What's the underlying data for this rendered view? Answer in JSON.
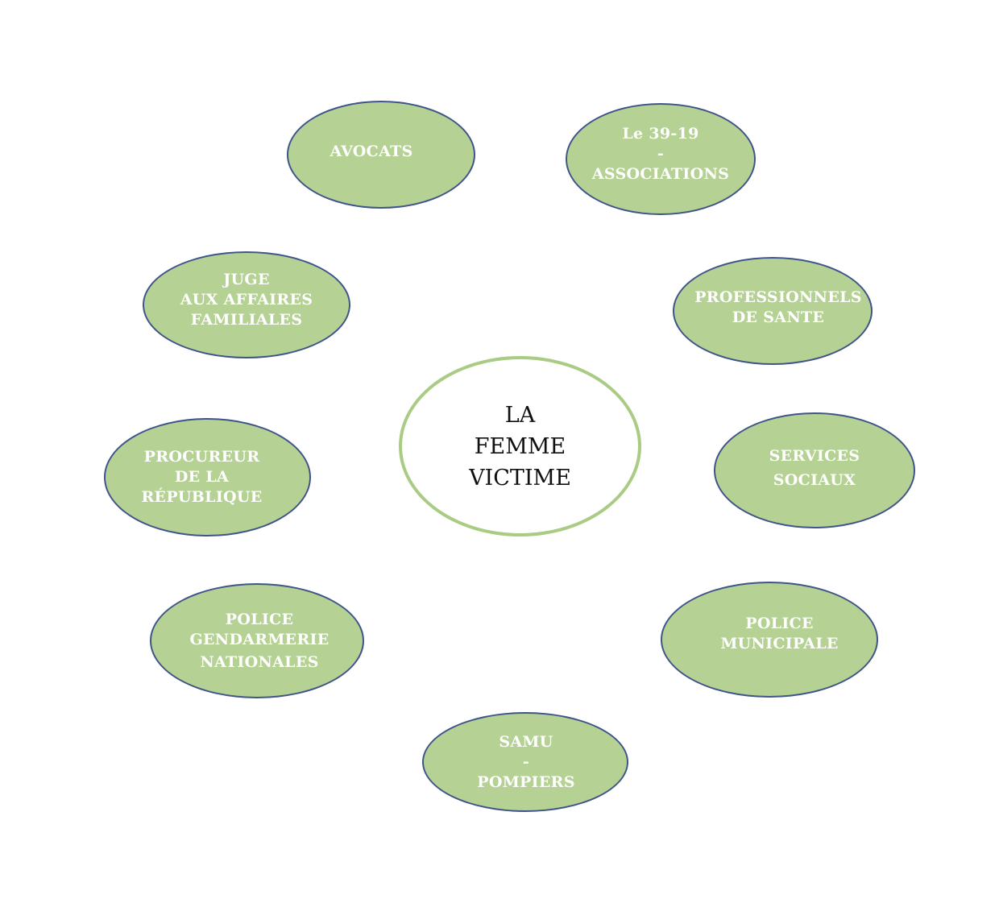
{
  "colors": {
    "node_fill": "#b5d194",
    "node_stroke": "#3f5489",
    "node_text": "#ffffff",
    "center_stroke": "#a9cb83",
    "center_text": "#111111"
  },
  "center": {
    "lines": [
      "LA",
      "FEMME",
      "VICTIME"
    ]
  },
  "nodes": {
    "avocats": {
      "lines": [
        "AVOCATS"
      ]
    },
    "le_39_19": {
      "lines": [
        "Le 39-19",
        "-",
        "ASSOCIATIONS"
      ]
    },
    "juge": {
      "lines": [
        "JUGE",
        "AUX AFFAIRES",
        "FAMILIALES"
      ]
    },
    "sante": {
      "lines": [
        "PROFESSIONNELS",
        "DE SANTE"
      ]
    },
    "procureur": {
      "lines": [
        "PROCUREUR",
        "DE LA",
        "RÉPUBLIQUE"
      ]
    },
    "sociaux": {
      "lines": [
        "SERVICES",
        "SOCIAUX"
      ]
    },
    "police": {
      "lines": [
        "POLICE",
        "GENDARMERIE",
        "NATIONALES"
      ]
    },
    "municipale": {
      "lines": [
        "POLICE",
        "MUNICIPALE"
      ]
    },
    "samu": {
      "lines": [
        "SAMU",
        "-",
        "POMPIERS"
      ]
    }
  }
}
